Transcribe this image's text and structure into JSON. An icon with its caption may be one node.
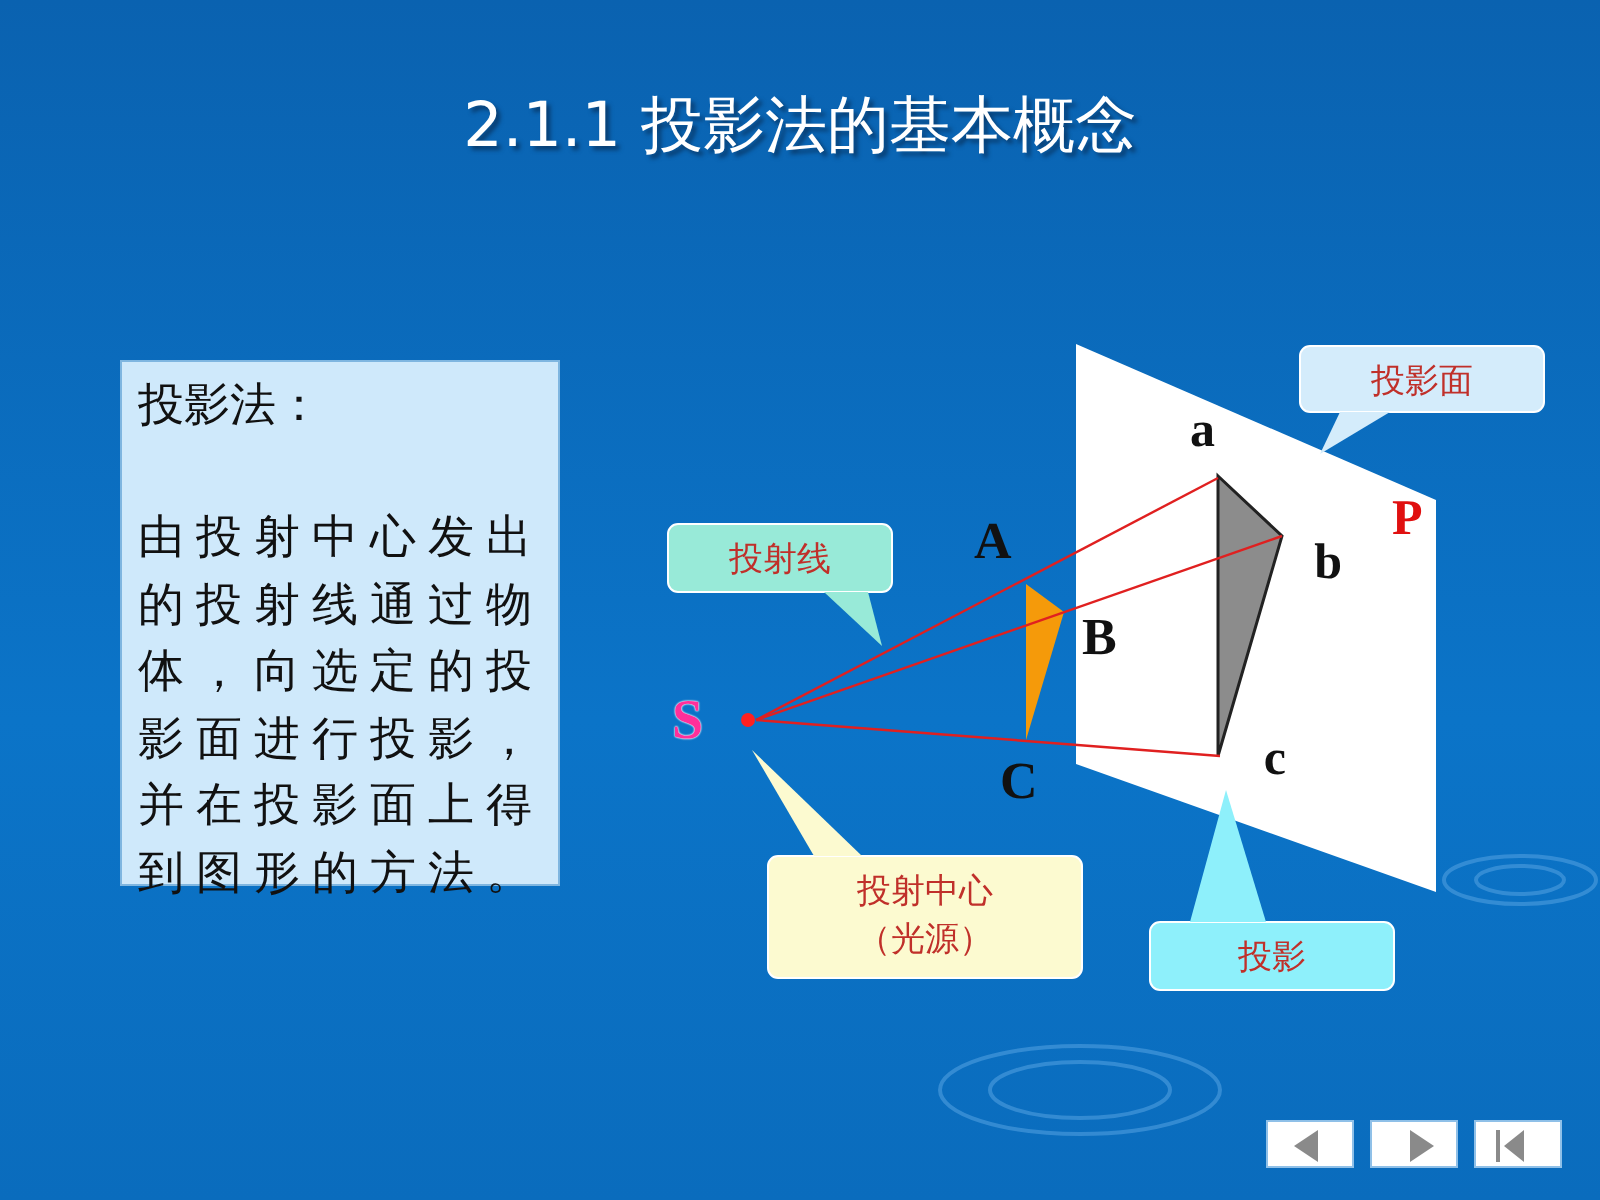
{
  "diagram": {
    "title": "2.1.1 投影法的基本概念",
    "nodes": [
      {
        "text": [
          "投影法：",
          "由投射中心发出的投射线通过物体，向选定的投影面进行投影，并在投影面上得到图形的方法。"
        ]
      },
      {
        "text": [
          "P"
        ]
      },
      {
        "text": [
          "a"
        ],
        "in": 1
      },
      {
        "text": [
          "b"
        ],
        "in": 1
      },
      {
        "text": [
          "c"
        ],
        "in": 1
      },
      {
        "text": [],
        "shape": "circle",
        "beside": [
          "S"
        ]
      },
      {
        "text": [
          "投影面"
        ]
      },
      {
        "text": [
          "投射线"
        ]
      },
      {
        "text": [
          "投射中心（光源）"
        ]
      },
      {
        "text": [
          "投影"
        ]
      }
    ],
    "edges": [
      {
        "from": 5,
        "to": 2,
        "arrow": "none"
      },
      {
        "from": 5,
        "to": 3,
        "arrow": "none"
      },
      {
        "from": 5,
        "to": 4,
        "arrow": "none"
      }
    ],
    "labels": [
      "A",
      "B",
      "C"
    ]
  }
}
